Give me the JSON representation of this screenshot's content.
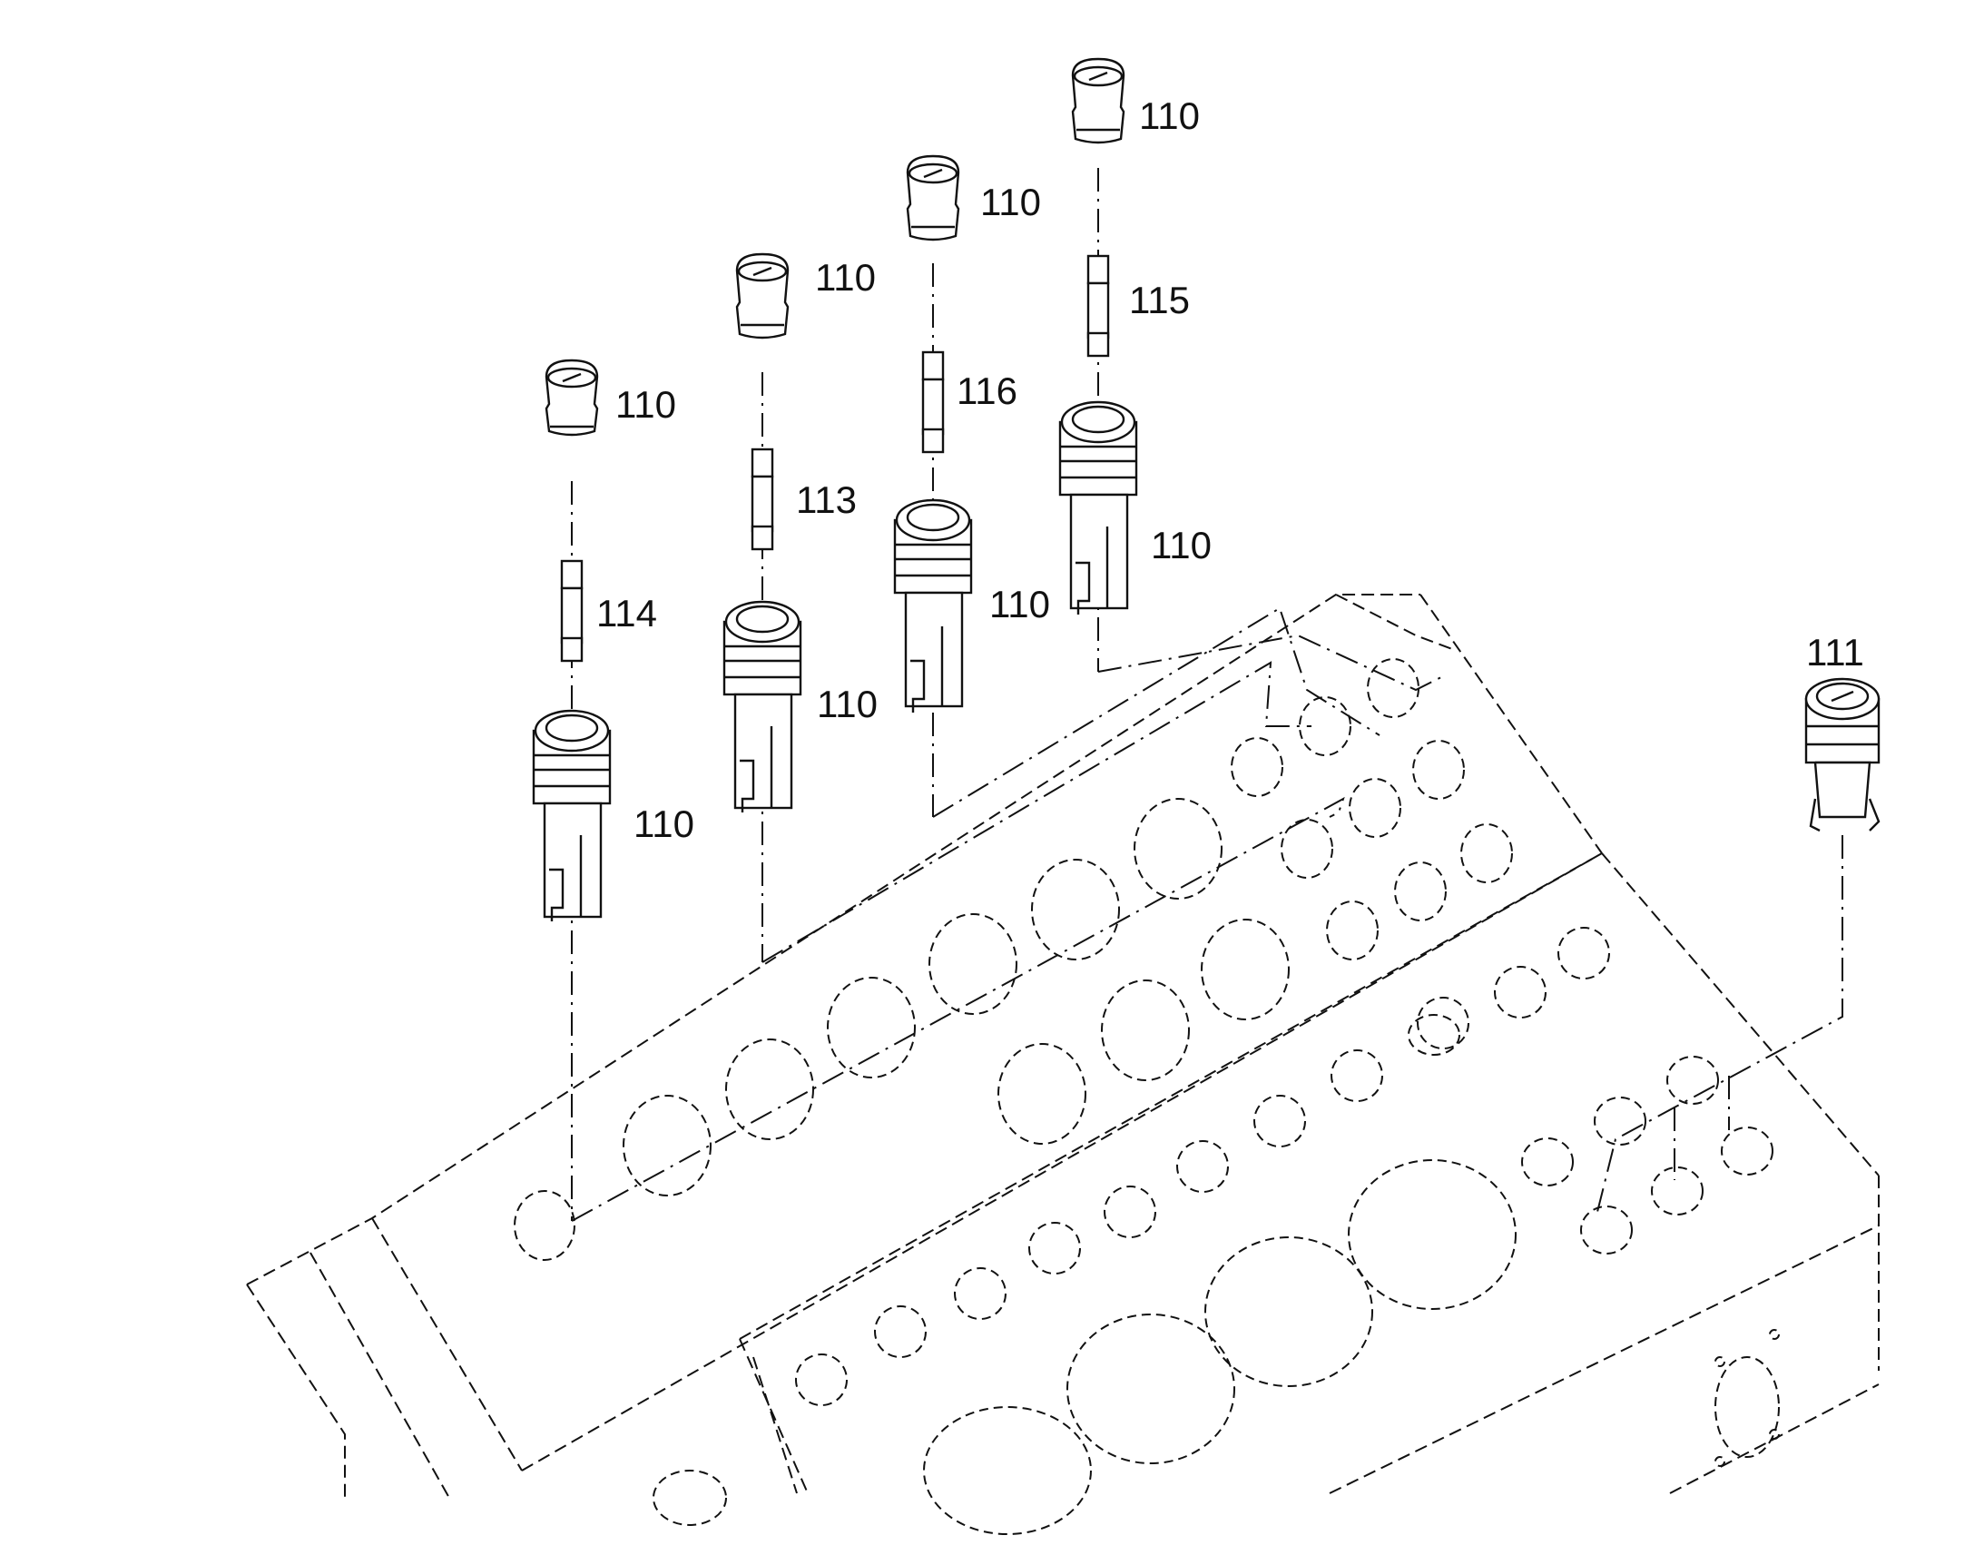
{
  "labels": {
    "fuse_cap_col1": "110",
    "fuse_cap_col2": "110",
    "fuse_cap_col3": "110",
    "fuse_cap_col4": "110",
    "fuse_114": "114",
    "fuse_113": "113",
    "fuse_116": "116",
    "fuse_115": "115",
    "holder_col1": "110",
    "holder_col2": "110",
    "holder_col3": "110",
    "holder_col4": "110",
    "indicator": "111"
  },
  "colors": {
    "line": "#111111",
    "background": "#ffffff"
  }
}
